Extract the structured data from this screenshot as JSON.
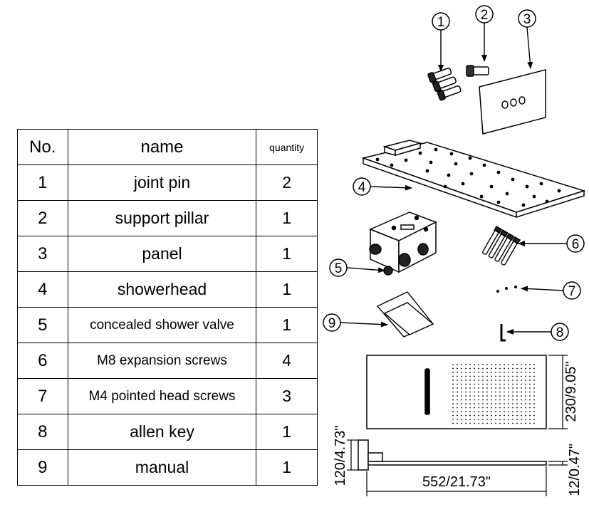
{
  "table": {
    "headers": {
      "no": "No.",
      "name": "name",
      "quantity": "quantity"
    },
    "rows": [
      {
        "no": "1",
        "name": "joint pin",
        "quantity": "2"
      },
      {
        "no": "2",
        "name": "support pillar",
        "quantity": "1"
      },
      {
        "no": "3",
        "name": "panel",
        "quantity": "1"
      },
      {
        "no": "4",
        "name": "showerhead",
        "quantity": "1"
      },
      {
        "no": "5",
        "name": "concealed shower valve",
        "quantity": "1"
      },
      {
        "no": "6",
        "name": "M8 expansion screws",
        "quantity": "4"
      },
      {
        "no": "7",
        "name": "M4 pointed head screws",
        "quantity": "3"
      },
      {
        "no": "8",
        "name": "allen key",
        "quantity": "1"
      },
      {
        "no": "9",
        "name": "manual",
        "quantity": "1"
      }
    ]
  },
  "callouts": [
    "1",
    "2",
    "3",
    "4",
    "5",
    "6",
    "7",
    "8",
    "9"
  ],
  "dimensions": {
    "length": "552/21.73ʺ",
    "width": "230/9.05ʺ",
    "height": "120/4.73ʺ",
    "thickness": "12/0.47ʺ"
  }
}
